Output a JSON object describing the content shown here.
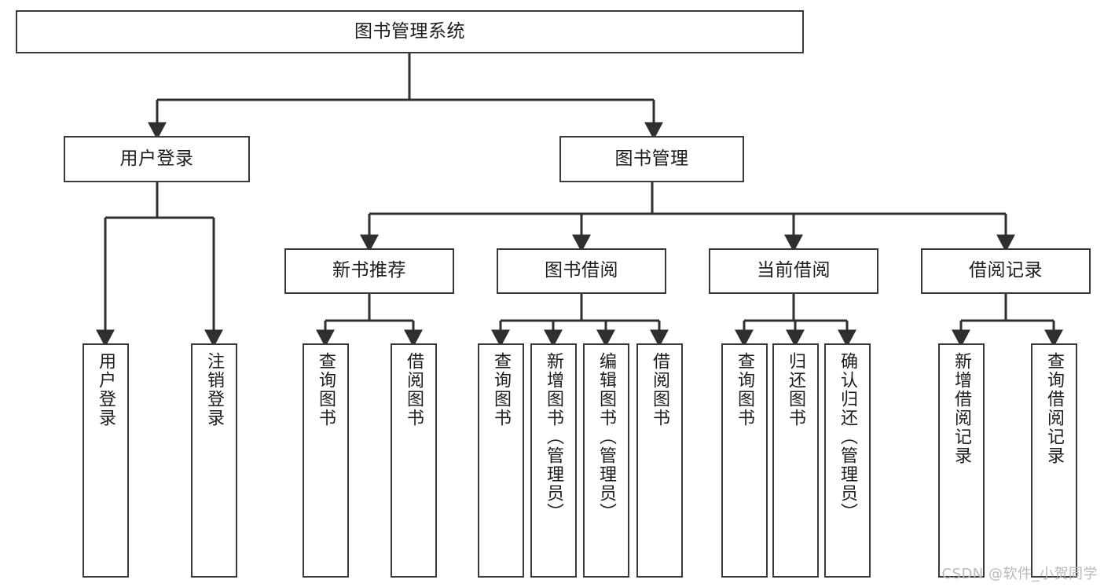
{
  "diagram": {
    "title": "图书管理系统",
    "type": "tree-hierarchy-diagram",
    "colors": {
      "node_border": "#3a3a3a",
      "node_fill": "#ffffff",
      "edge": "#2f2f2f",
      "text": "#1d1d1d",
      "background": "#ffffff",
      "watermark": "#b9b9b9"
    },
    "nodes": {
      "root": {
        "label": "图书管理系统"
      },
      "level2": [
        {
          "label": "用户登录"
        },
        {
          "label": "图书管理"
        }
      ],
      "level3": [
        {
          "label": "新书推荐"
        },
        {
          "label": "图书借阅"
        },
        {
          "label": "当前借阅"
        },
        {
          "label": "借阅记录"
        }
      ],
      "leaves_user_login": [
        {
          "label": "用户登录"
        },
        {
          "label": "注销登录"
        }
      ],
      "leaves_new_book": [
        {
          "label": "查询图书"
        },
        {
          "label": "借阅图书"
        }
      ],
      "leaves_borrow": [
        {
          "label": "查询图书"
        },
        {
          "label": "新增图书（管理员）"
        },
        {
          "label": "编辑图书（管理员）"
        },
        {
          "label": "借阅图书"
        }
      ],
      "leaves_current": [
        {
          "label": "查询图书"
        },
        {
          "label": "归还图书"
        },
        {
          "label": "确认归还（管理员）"
        }
      ],
      "leaves_record": [
        {
          "label": "新增借阅记录"
        },
        {
          "label": "查询借阅记录"
        }
      ]
    },
    "watermark": "CSDN @软件_小贺同学"
  }
}
